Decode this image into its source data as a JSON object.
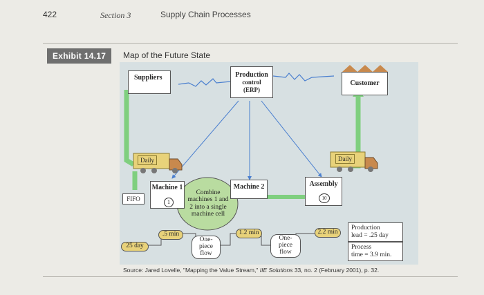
{
  "header": {
    "page_number": "422",
    "section": "Section 3",
    "chapter": "Supply Chain Processes"
  },
  "exhibit": {
    "label": "Exhibit 14.17",
    "title": "Map of the Future State"
  },
  "diagram": {
    "suppliers": "Suppliers",
    "production_control": [
      "Production",
      "control",
      "(ERP)"
    ],
    "customer": "Customer",
    "machine1": "Machine 1",
    "machine2": "Machine 2",
    "assembly": "Assembly",
    "fifo": "FIFO",
    "machine1_count": "1",
    "assembly_count": "10",
    "combine_note": [
      "Combine",
      "machines 1 and",
      "2 into a single",
      "machine cell"
    ],
    "truck_left_label": "Daily",
    "truck_right_label": "Daily",
    "timeline": {
      "inventory_days": "25 day",
      "time1": ".5 min",
      "flow1": [
        "One-piece",
        "flow"
      ],
      "time2": "1.2 min",
      "flow2": [
        "One-piece",
        "flow"
      ],
      "time3": "2.2 min"
    },
    "summary": {
      "lead_label": "Production",
      "lead_value": "lead = .25 day",
      "process_label": "Process",
      "process_value": "time = 3.9 min."
    },
    "colors": {
      "flow_arrow": "#7fcf7f",
      "truck_cab": "#c8894d",
      "truck_body": "#e8d27a",
      "cell_circle": "#b9dca0",
      "info_line": "#4a7fcf"
    }
  },
  "source": {
    "prefix": "Source: Jared Lovelle, \"Mapping the Value Stream,\" ",
    "journal": "IIE Solutions",
    "suffix": " 33, no. 2 (February 2001), p. 32."
  }
}
